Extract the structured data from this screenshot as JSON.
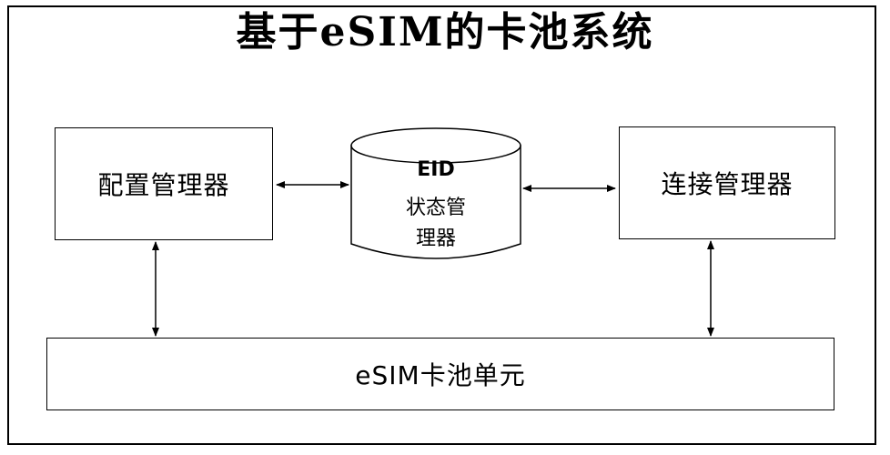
{
  "title": "基于eSIM的卡池系统",
  "nodes": {
    "config_manager": "配置管理器",
    "eid_state_manager": {
      "line1": "EID",
      "line2": "状态管",
      "line3": "理器"
    },
    "connection_manager": "连接管理器",
    "esim_pool_unit": "eSIM卡池单元"
  },
  "edges": [
    {
      "from": "配置管理器",
      "to": "EID状态管理器",
      "direction": "both"
    },
    {
      "from": "EID状态管理器",
      "to": "连接管理器",
      "direction": "both"
    },
    {
      "from": "配置管理器",
      "to": "eSIM卡池单元",
      "direction": "both"
    },
    {
      "from": "连接管理器",
      "to": "eSIM卡池单元",
      "direction": "both"
    }
  ]
}
